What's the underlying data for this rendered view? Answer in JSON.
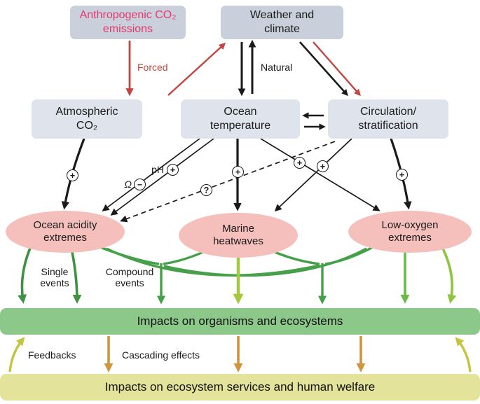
{
  "figure": {
    "boxes": {
      "anthropogenic": {
        "line1": "Anthropogenic CO₂",
        "line2": "emissions"
      },
      "weather": {
        "line1": "Weather and",
        "line2": "climate"
      },
      "atmospheric": {
        "line1": "Atmospheric",
        "line2": "CO₂"
      },
      "ocean_temperature": {
        "line1": "Ocean",
        "line2": "temperature"
      },
      "circulation": {
        "line1": "Circulation/",
        "line2": "stratification"
      }
    },
    "extremes": {
      "acidity": {
        "line1": "Ocean acidity",
        "line2": "extremes"
      },
      "heatwaves": {
        "line1": "Marine",
        "line2": "heatwaves"
      },
      "low_oxygen": {
        "line1": "Low-oxygen",
        "line2": "extremes"
      }
    },
    "bars": {
      "organisms": "Impacts on organisms and ecosystems",
      "services": "Impacts on ecosystem services and human welfare"
    },
    "arrow_labels": {
      "forced": "Forced",
      "natural": "Natural",
      "ph": "pH",
      "omega": "Ω",
      "single_events": "Single events",
      "compound_events": "Compound events",
      "feedbacks": "Feedbacks",
      "cascading": "Cascading effects"
    },
    "symbols": {
      "plus": "+",
      "minus": "−",
      "question": "?"
    },
    "colors": {
      "red_arrow": "#c4453f",
      "pink_text": "#e23a6f",
      "box_top_fill": "#c9d0db",
      "box_mid_fill": "#dfe3ec",
      "ellipse_fill": "#f5bfbc",
      "bar_green": "#8cc88a",
      "bar_yellow": "#e3e39b",
      "dark_green": "#3f9242",
      "green": "#46a049",
      "yellow_green": "#a4c83e",
      "light_green": "#6cb94b",
      "olive": "#c3c440",
      "orange": "#d0953c",
      "black": "#1a1a1a"
    }
  }
}
